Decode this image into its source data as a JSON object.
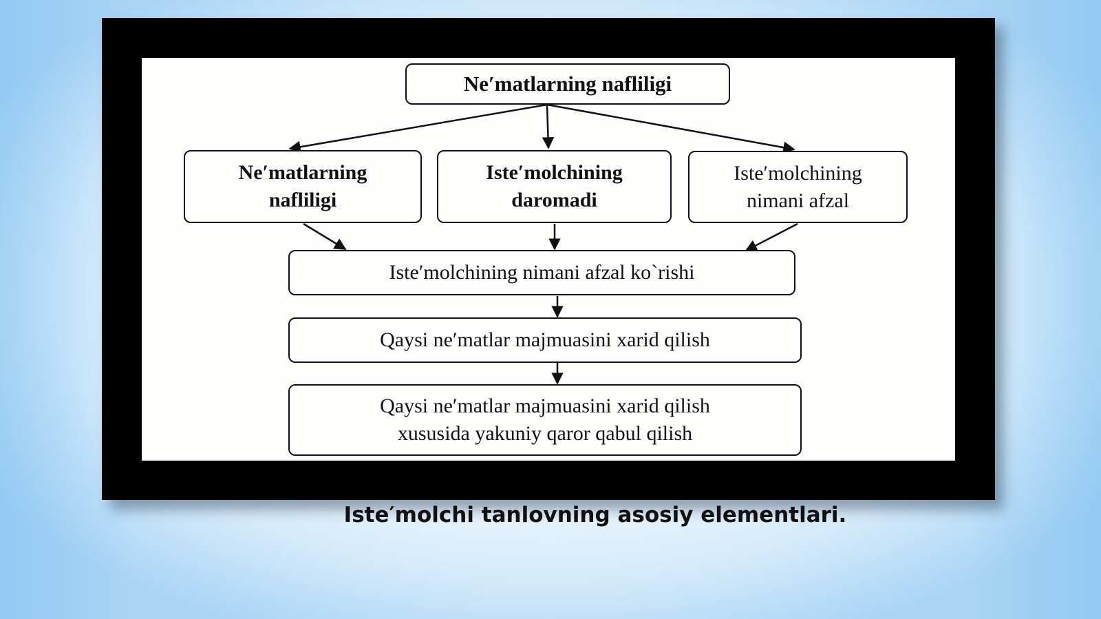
{
  "diagram": {
    "top_box": "Ne′matlarning nafliligi",
    "left_box": "Ne′matlarning\nnafliligi",
    "center_box": "Iste′molchining\ndaromadi",
    "right_box": "Iste′molchining\nnimani afzal",
    "preference_box": "Iste′molchining nimani afzal ko`rishi",
    "purchase_box": "Qaysi  ne′matlar  majmuasini xarid  qilish",
    "decision_box": "Qaysi  ne′matlar  majmuasini xarid  qilish\nxususida yakuniy qaror qabul  qilish"
  },
  "caption": "Iste′molchi tanlovning asosiy elementlari."
}
